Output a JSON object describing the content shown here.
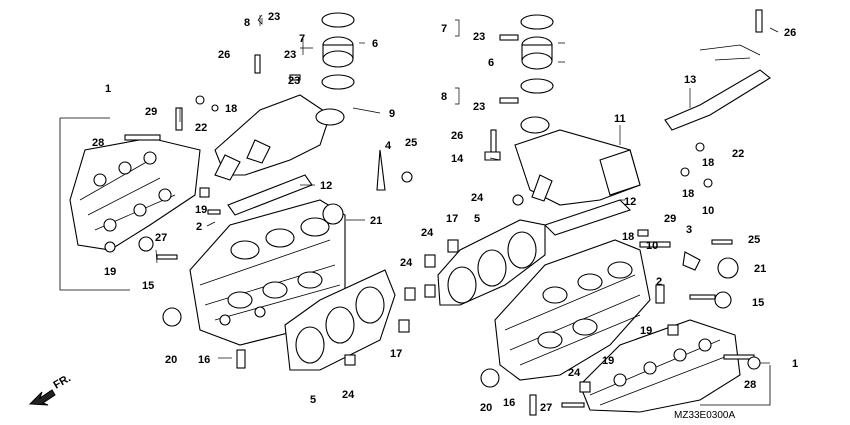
{
  "diagram": {
    "code": "MZ33E0300A",
    "front_label": "FR.",
    "callouts": {
      "c1a": "1",
      "c1b": "1",
      "c2a": "2",
      "c2b": "2",
      "c3": "3",
      "c4": "4",
      "c5a": "5",
      "c5b": "5",
      "c6a": "6",
      "c6b": "6",
      "c7a": "7",
      "c7b": "7",
      "c8a": "8",
      "c8b": "8",
      "c9": "9",
      "c10a": "10",
      "c10b": "10",
      "c11": "11",
      "c12a": "12",
      "c12b": "12",
      "c13": "13",
      "c14": "14",
      "c15a": "15",
      "c15b": "15",
      "c16a": "16",
      "c16b": "16",
      "c17a": "17",
      "c17b": "17",
      "c18a": "18",
      "c18b": "18",
      "c18c": "18",
      "c18d": "18",
      "c19a": "19",
      "c19b": "19",
      "c19c": "19",
      "c19d": "19",
      "c20a": "20",
      "c20b": "20",
      "c21a": "21",
      "c21b": "21",
      "c22a": "22",
      "c22b": "22",
      "c23a": "23",
      "c23b": "23",
      "c23c": "23",
      "c23d": "23",
      "c24a": "24",
      "c24b": "24",
      "c24c": "24",
      "c24d": "24",
      "c24e": "24",
      "c25a": "25",
      "c25b": "25",
      "c26a": "26",
      "c26b": "26",
      "c26c": "26",
      "c27a": "27",
      "c27b": "27",
      "c28a": "28",
      "c28b": "28",
      "c29a": "29",
      "c29b": "29"
    }
  }
}
